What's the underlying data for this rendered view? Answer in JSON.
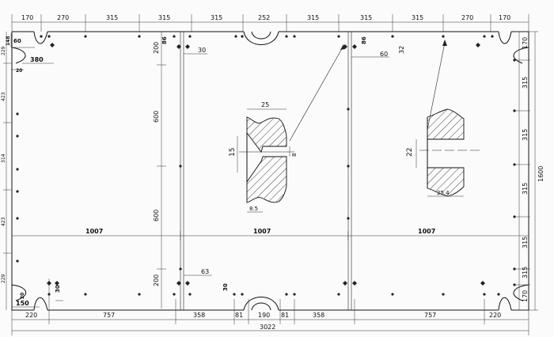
{
  "drawing": {
    "top_dims": [
      "170",
      "270",
      "315",
      "315",
      "315",
      "252",
      "315",
      "315",
      "315",
      "270",
      "170"
    ],
    "bottom_dims": [
      "220",
      "757",
      "358",
      "81",
      "190",
      "81",
      "358",
      "757",
      "220"
    ],
    "overall_width": "3022",
    "overall_height": "1600",
    "right_dims": [
      "170",
      "315",
      "315",
      "315",
      "315",
      "315",
      "170"
    ],
    "left_dims": [
      "229",
      "423",
      "314",
      "423",
      "229"
    ],
    "panel_widths": [
      "1007",
      "1007",
      "1007"
    ],
    "top_left": {
      "d60": "60",
      "d148": "148",
      "d380": "380",
      "d20": "20"
    },
    "bottom_left": {
      "d150": "150",
      "d30": "30",
      "d20": "20"
    },
    "inner": {
      "d86_left": "86",
      "d30_left": "30",
      "d200_top": "200",
      "d600_top": "600",
      "d600_bottom": "600",
      "d200_bottom": "200",
      "d63": "63",
      "d30_bottom": "30",
      "d86_right": "86",
      "d60_right": "60",
      "d32": "32"
    },
    "detail_left": {
      "d25": "25",
      "d15": "15",
      "d8": "8",
      "d85": "8.5"
    },
    "detail_right": {
      "d22": "22",
      "d254": "25.4"
    }
  }
}
